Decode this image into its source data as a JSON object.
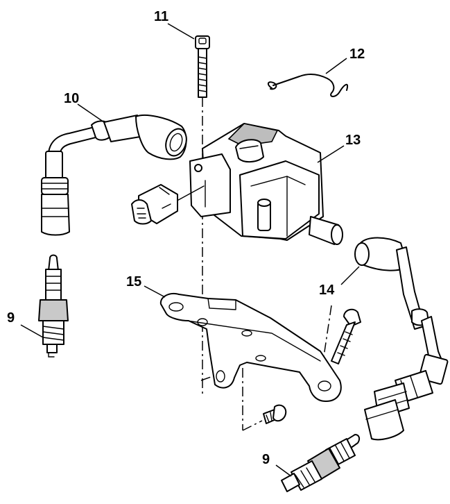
{
  "callouts": {
    "c9_left": "9",
    "c9_bottom": "9",
    "c10": "10",
    "c11": "11",
    "c12": "12",
    "c13": "13",
    "c14": "14",
    "c15": "15"
  },
  "parts": [
    {
      "number": "9",
      "icon": "spark-plug"
    },
    {
      "number": "10",
      "icon": "ignition-lead"
    },
    {
      "number": "11",
      "icon": "bolt"
    },
    {
      "number": "12",
      "icon": "retaining-clip"
    },
    {
      "number": "13",
      "icon": "ignition-coil"
    },
    {
      "number": "14",
      "icon": "ignition-lead"
    },
    {
      "number": "15",
      "icon": "mounting-bracket"
    }
  ]
}
